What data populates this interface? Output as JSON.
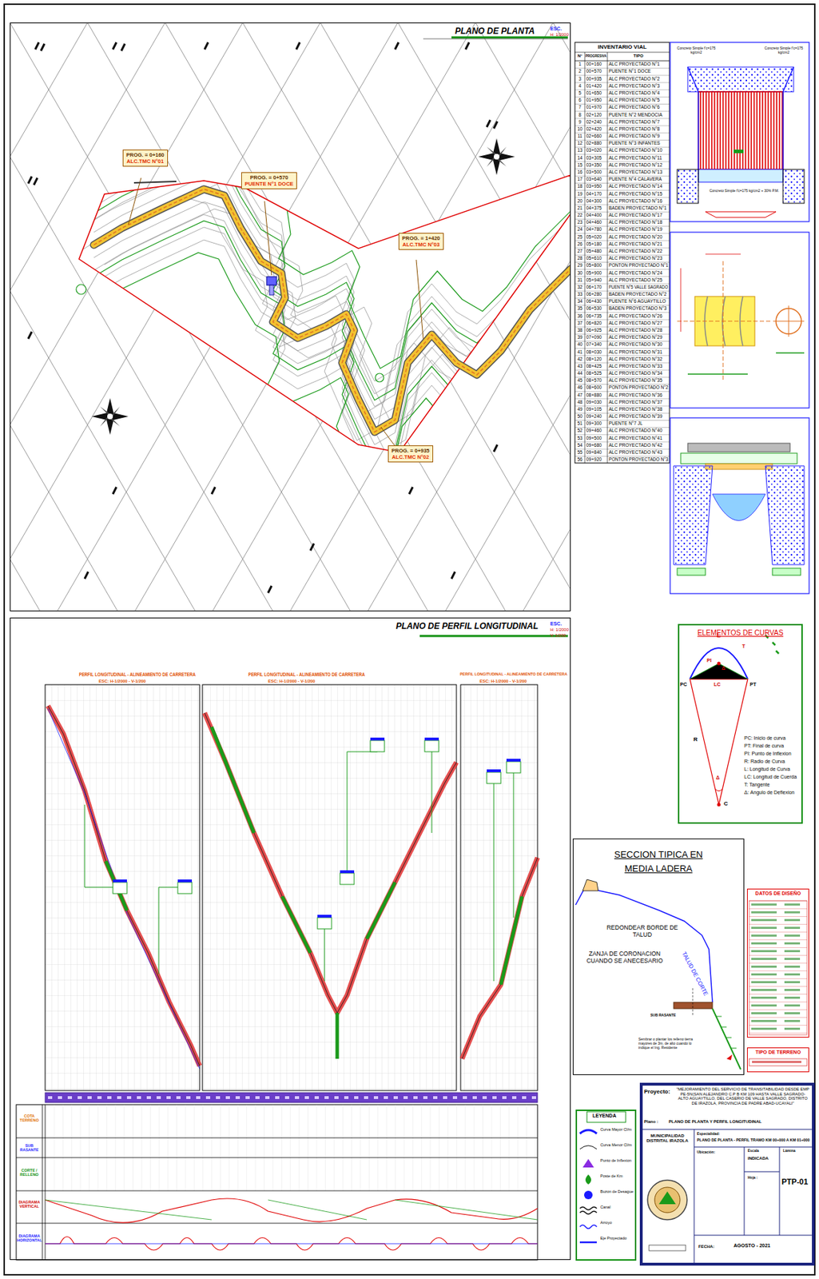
{
  "diagram": {
    "nodes": [
      {
        "text": [
          "PLANO DE PLANTA"
        ]
      },
      {
        "text": [
          "PROG. = 0+160",
          "ALC.TMC N°01"
        ],
        "in": 0
      },
      {
        "text": [
          "PROG. = 0+570",
          "PUENTE N°1 DOCE"
        ],
        "in": 0
      },
      {
        "text": [
          "PROG. = 1+420",
          "ALC.TMC N°03"
        ],
        "in": 0
      },
      {
        "text": [
          "PROG. = 0+935",
          "ALC.TMC N°02"
        ],
        "in": 0
      },
      {
        "text": [
          "PLANO DE PERFIL LONGITUDINAL"
        ]
      },
      {
        "text": [
          "ELEMENTOS DE CURVAS"
        ]
      },
      {
        "text": [
          "SECCION TIPICA EN MEDIA LADERA"
        ]
      },
      {
        "text": [
          "DATOS DE DISEÑO"
        ]
      },
      {
        "text": [
          "TIPO DE TERRENO"
        ]
      }
    ],
    "labels": [
      "ESC.",
      "H: 1/2000",
      "ESC.",
      "H: 1/2000",
      "V: 1/200",
      "INVENTARIO VIAL",
      "N°",
      "PROGRESIVA",
      "TIPO",
      "1",
      "00+160",
      "ALC PROYECTADO N°1",
      "2",
      "00+570",
      "PUENTE N°1 DOCE",
      "3",
      "00+935",
      "ALC PROYECTADO N°2",
      "4",
      "01+420",
      "ALC PROYECTADO N°3",
      "5",
      "01+650",
      "ALC PROYECTADO N°4",
      "6",
      "01+950",
      "ALC PROYECTADO N°5",
      "7",
      "01+970",
      "ALC PROYECTADO N°6",
      "8",
      "02+120",
      "PUENTE N°2 MENDOCIA",
      "9",
      "02+240",
      "ALC PROYECTADO N°7",
      "10",
      "02+420",
      "ALC PROYECTADO N°8",
      "11",
      "02+660",
      "ALC PROYECTADO N°9",
      "12",
      "02+880",
      "PUENTE N°3 INFANTES",
      "13",
      "03+020",
      "ALC PROYECTADO N°10",
      "14",
      "03+305",
      "ALC PROYECTADO N°11",
      "15",
      "03+350",
      "ALC PROYECTADO N°12",
      "16",
      "03+500",
      "ALC PROYECTADO N°13",
      "17",
      "03+640",
      "PUENTE N°4 CALAVERA",
      "18",
      "03+950",
      "ALC PROYECTADO N°14",
      "19",
      "04+170",
      "ALC PROYECTADO N°15",
      "20",
      "04+300",
      "ALC PROYECTADO N°16",
      "21",
      "04+375",
      "BADEN PROYECTADO N°1",
      "22",
      "04+400",
      "ALC PROYECTADO N°17",
      "23",
      "04+460",
      "ALC PROYECTADO N°18",
      "24",
      "04+780",
      "ALC PROYECTADO N°19",
      "25",
      "05+020",
      "ALC PROYECTADO N°20",
      "26",
      "05+180",
      "ALC PROYECTADO N°21",
      "27",
      "05+480",
      "ALC PROYECTADO N°22",
      "28",
      "05+610",
      "ALC PROYECTADO N°23",
      "29",
      "05+800",
      "PONTON PROYECTADO N°1",
      "30",
      "05+900",
      "ALC PROYECTADO N°24",
      "31",
      "05+940",
      "ALC PROYECTADO N°25",
      "32",
      "06+170",
      "PUENTE N°5 VALLE SAGRADO",
      "33",
      "06+280",
      "BADEN PROYECTADO N°2",
      "34",
      "06+430",
      "PUENTE N°6 AGUAYTILLO",
      "35",
      "06+530",
      "BADEN PROYECTADO N°3",
      "36",
      "06+735",
      "ALC PROYECTADO N°26",
      "37",
      "06+820",
      "ALC PROYECTADO N°27",
      "38",
      "06+925",
      "ALC PROYECTADO N°28",
      "39",
      "07+090",
      "ALC PROYECTADO N°29",
      "40",
      "07+340",
      "ALC PROYECTADO N°30",
      "41",
      "08+030",
      "ALC PROYECTADO N°31",
      "42",
      "08+120",
      "ALC PROYECTADO N°32",
      "43",
      "08+425",
      "ALC PROYECTADO N°33",
      "44",
      "08+525",
      "ALC PROYECTADO N°34",
      "45",
      "08+570",
      "ALC PROYECTADO N°35",
      "46",
      "08+600",
      "PONTON PROYECTADO N°2",
      "47",
      "08+880",
      "ALC PROYECTADO N°36",
      "48",
      "09+030",
      "ALC PROYECTADO N°37",
      "49",
      "09+105",
      "ALC PROYECTADO N°38",
      "50",
      "09+240",
      "ALC PROYECTADO N°39",
      "51",
      "09+300",
      "PUENTE N°7 JL",
      "52",
      "09+460",
      "ALC PROYECTADO N°40",
      "53",
      "09+500",
      "ALC PROYECTADO N°41",
      "54",
      "09+680",
      "ALC PROYECTADO N°42",
      "55",
      "09+840",
      "ALC PROYECTADO N°43",
      "56",
      "09+920",
      "PONTON PROYECTADO N°3",
      "PERFIL LONGITUDINAL - ALINEAMIENTO DE CARRETERA",
      "ESC: H-1/2000 - V-1/200",
      "PERFIL LONGITUDINAL - ALINEAMIENTO DE CARRETERA",
      "ESC: H-1/2000 - V-1/200",
      "PERFIL LONGITUDINAL - ALINEAMIENTO DE CARRETERA",
      "ESC: H-1/2000 - V-1/200",
      "COTA TERRENO",
      "SUB RASANTE",
      "CORTE / RELLENO",
      "DIAGRAMA VERTICAL",
      "DIAGRAMA HORIZONTAL",
      "Concreto Simple f'c=175 kg/cm2",
      "Concreto Simple f'c=175 kg/cm2",
      "Concreto Simple f'c=175 kg/cm2 + 30% P.M.",
      "REDONDEAR BORDE DE TALUD",
      "ZANJA DE CORONACION CUANDO SE ANECESARIO",
      "TALUD DE CORTE",
      "SUB RASANTE",
      "Sembrar o plantar los relleno tierra mayores de 3m. de alto cuando lo indique el Ing. Residente",
      "PC: Inicio de curva",
      "PT: Final de curva",
      "PI: Punto de Inflexion",
      "R: Radio de Curva",
      "L: Longitud de Curva",
      "LC: Longitud de Cuerda",
      "T: Tangente",
      "Δ: Angulo de Deflexion",
      "L",
      "PI",
      "T",
      "Δ",
      "PC",
      "PT",
      "LC",
      "R",
      "C",
      "Δ",
      "Proyecto:",
      "\"MEJORAMIENTO DEL SERVICIO DE TRANSITABILIDAD DESDE EMP PE-5N(SAN ALEJANDRO C.P B KM 109 HASTA VALLE SAGRADO-ALTO AGUAYTILLO, DEL CASERIO DE VALLE SAGRADO, DISTRITO DE IRAZOLA, PROVINCIA DE PADRE ABAD-UCAYALI\"",
      "Plano :",
      "PLANO DE PLANTA Y PERFIL LONGITUDINAL",
      "MUNICIPALIDAD DISTRITAL IRAZOLA",
      "Especialidad:",
      "PLANO DE PLANTA - PERFIL TRAMO KM 00+000 A KM 01+000",
      "Escala",
      "INDICADA",
      "Lámina",
      "PTP-01",
      "FECHA:",
      "AGOSTO - 2021",
      "Ubicación:",
      "Hoja :",
      "LEYENDA"
    ],
    "legend": [
      {
        "text": "Curva Mayor Cl/m"
      },
      {
        "text": "Curva Menor Cl/m"
      },
      {
        "text": "Punto de Inflexion"
      },
      {
        "text": "Poste de Km"
      },
      {
        "text": "Buzon de Desague"
      },
      {
        "text": "Canal"
      },
      {
        "text": "Arroyo"
      },
      {
        "text": "Eje Proyectado"
      }
    ]
  }
}
